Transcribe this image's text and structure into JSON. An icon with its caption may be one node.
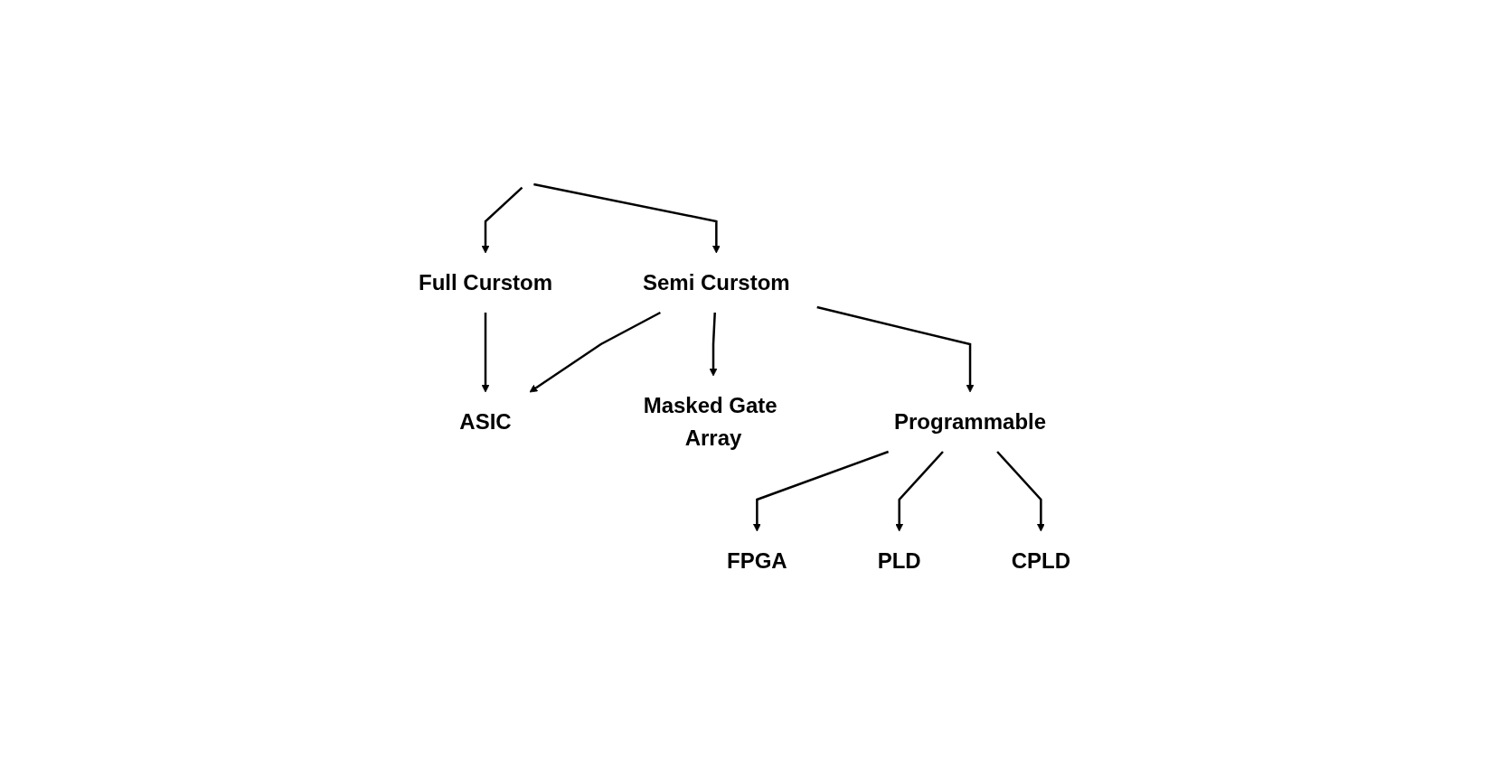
{
  "diagram": {
    "nodes": [
      {
        "text": [
          "Full Curstom"
        ]
      },
      {
        "text": [
          "Semi Curstom"
        ]
      },
      {
        "text": [
          "ASIC"
        ]
      },
      {
        "text": [
          "Masked Gate Array"
        ]
      },
      {
        "text": [
          "Programmable"
        ]
      },
      {
        "text": [
          "FPGA"
        ]
      },
      {
        "text": [
          "PLD"
        ]
      },
      {
        "text": [
          "CPLD"
        ]
      }
    ],
    "edges": [
      {
        "from": null,
        "to": 0,
        "arrow": "to"
      },
      {
        "from": null,
        "to": 1,
        "arrow": "to"
      },
      {
        "from": 0,
        "to": 2,
        "arrow": "to"
      },
      {
        "from": 1,
        "to": 2,
        "arrow": "to"
      },
      {
        "from": 1,
        "to": 3,
        "arrow": "to"
      },
      {
        "from": 1,
        "to": 4,
        "arrow": "to"
      },
      {
        "from": 4,
        "to": 5,
        "arrow": "to"
      },
      {
        "from": 4,
        "to": 6,
        "arrow": "to"
      },
      {
        "from": 4,
        "to": 7,
        "arrow": "to"
      }
    ]
  }
}
